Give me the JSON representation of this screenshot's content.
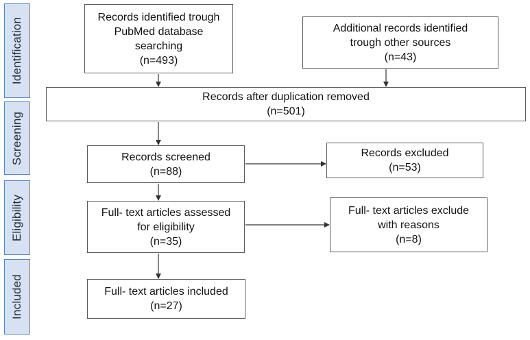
{
  "phases": {
    "identification": "Identification",
    "screening": "Screening",
    "eligibility": "Eligibility",
    "included": "Included"
  },
  "boxes": {
    "pubmed": [
      "Records identified trough",
      "PubMed database",
      "searching",
      "(n=493)"
    ],
    "other": [
      "Additional records identified",
      "trough other sources",
      "(n=43)"
    ],
    "dedup": [
      "Records after duplication removed",
      "(n=501)"
    ],
    "screened": [
      "Records screened",
      "(n=88)"
    ],
    "excluded": [
      "Records excluded",
      "(n=53)"
    ],
    "assessed": [
      "Full- text articles assessed",
      "for eligibility",
      "(n=35)"
    ],
    "excluded_reasons": [
      "Full- text articles exclude",
      "with reasons",
      "(n=8)"
    ],
    "included": [
      "Full- text articles included",
      "(n=27)"
    ]
  },
  "colors": {
    "phase_fill": "#d6e2f1",
    "phase_border": "#5b86c3",
    "box_border": "#5a5a5a",
    "arrow": "#333333"
  }
}
